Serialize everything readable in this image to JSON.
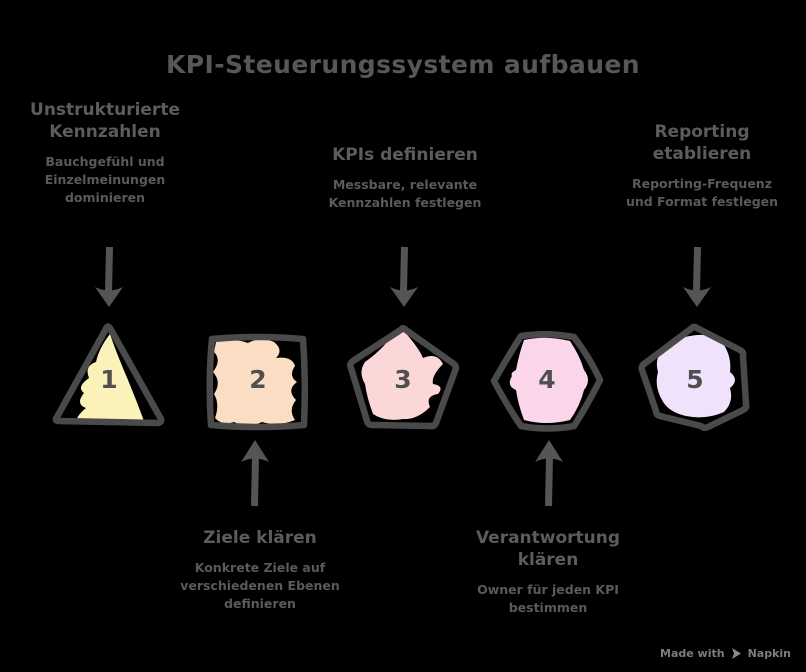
{
  "page": {
    "background_color": "#000000",
    "title": "KPI-Steuerungssystem aufbauen"
  },
  "theme": {
    "text_color": "#585858",
    "title_color": "#575757",
    "outline_color": "#4a4a4a",
    "arrow_color": "#555555",
    "number_color": "#4f4f4f",
    "watermark_color": "#7d7d7d"
  },
  "steps": [
    {
      "number": "1",
      "shape": "triangle",
      "fill_color": "#faf2b8",
      "label_position": "above",
      "heading": "Unstrukturierte\nKennzahlen",
      "heading_line1": "Unstrukturierte",
      "heading_line2": "Kennzahlen",
      "description_line1": "Bauchgefühl und",
      "description_line2": "Einzelmeinungen",
      "description_line3": "dominieren"
    },
    {
      "number": "2",
      "shape": "square",
      "fill_color": "#fbddc4",
      "label_position": "below",
      "heading_line1": "Ziele klären",
      "heading_line2": "",
      "description_line1": "Konkrete Ziele auf",
      "description_line2": "verschiedenen Ebenen",
      "description_line3": "definieren"
    },
    {
      "number": "3",
      "shape": "pentagon",
      "fill_color": "#fcd7d7",
      "label_position": "above",
      "heading_line1": "KPIs definieren",
      "heading_line2": "",
      "description_line1": "Messbare, relevante",
      "description_line2": "Kennzahlen festlegen",
      "description_line3": ""
    },
    {
      "number": "4",
      "shape": "hexagon",
      "fill_color": "#fbd5ea",
      "label_position": "below",
      "heading_line1": "Verantwortung",
      "heading_line2": "klären",
      "description_line1": "Owner für jeden KPI",
      "description_line2": "bestimmen",
      "description_line3": ""
    },
    {
      "number": "5",
      "shape": "heptagon",
      "fill_color": "#f0e2fa",
      "label_position": "above",
      "heading_line1": "Reporting",
      "heading_line2": "etablieren",
      "description_line1": "Reporting-Frequenz",
      "description_line2": "und Format festlegen",
      "description_line3": ""
    }
  ],
  "watermark": {
    "prefix": "Made with",
    "brand": "Napkin",
    "logo_icon": "napkin-logo-icon"
  }
}
